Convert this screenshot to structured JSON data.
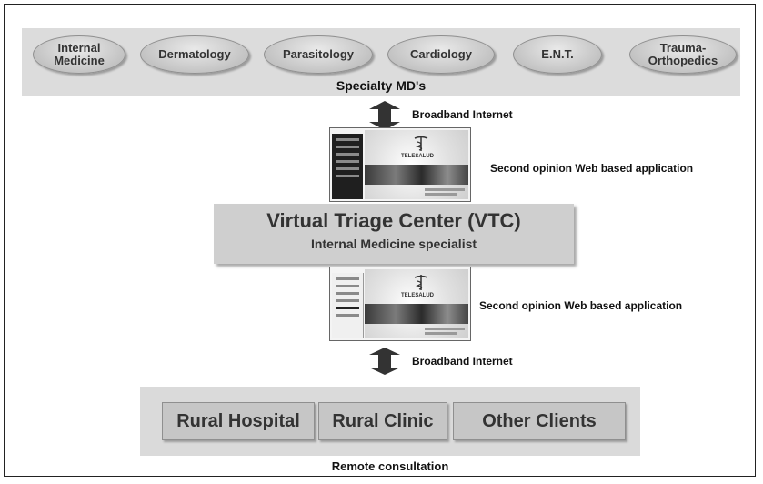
{
  "specialties": [
    "Internal\nMedicine",
    "Dermatology",
    "Parasitology",
    "Cardiology",
    "E.N.T.",
    "Trauma-\nOrthopedics"
  ],
  "specialty_caption": "Specialty MD's",
  "link_top": "Broadband Internet",
  "app_top": "Second opinion Web based application",
  "webapp_brand": "TELESALUD",
  "vtc": {
    "title": "Virtual Triage Center (VTC)",
    "subtitle": "Internal Medicine specialist"
  },
  "app_bottom": "Second opinion Web based application",
  "link_bottom": "Broadband Internet",
  "clients": [
    "Rural Hospital",
    "Rural Clinic",
    "Other Clients"
  ],
  "clients_caption": "Remote consultation",
  "colors": {
    "band": "#dcdcdc",
    "box": "#cfcfcf",
    "arrow": "#333333"
  },
  "icons": [
    "double-arrow-icon",
    "caduceus-icon"
  ]
}
